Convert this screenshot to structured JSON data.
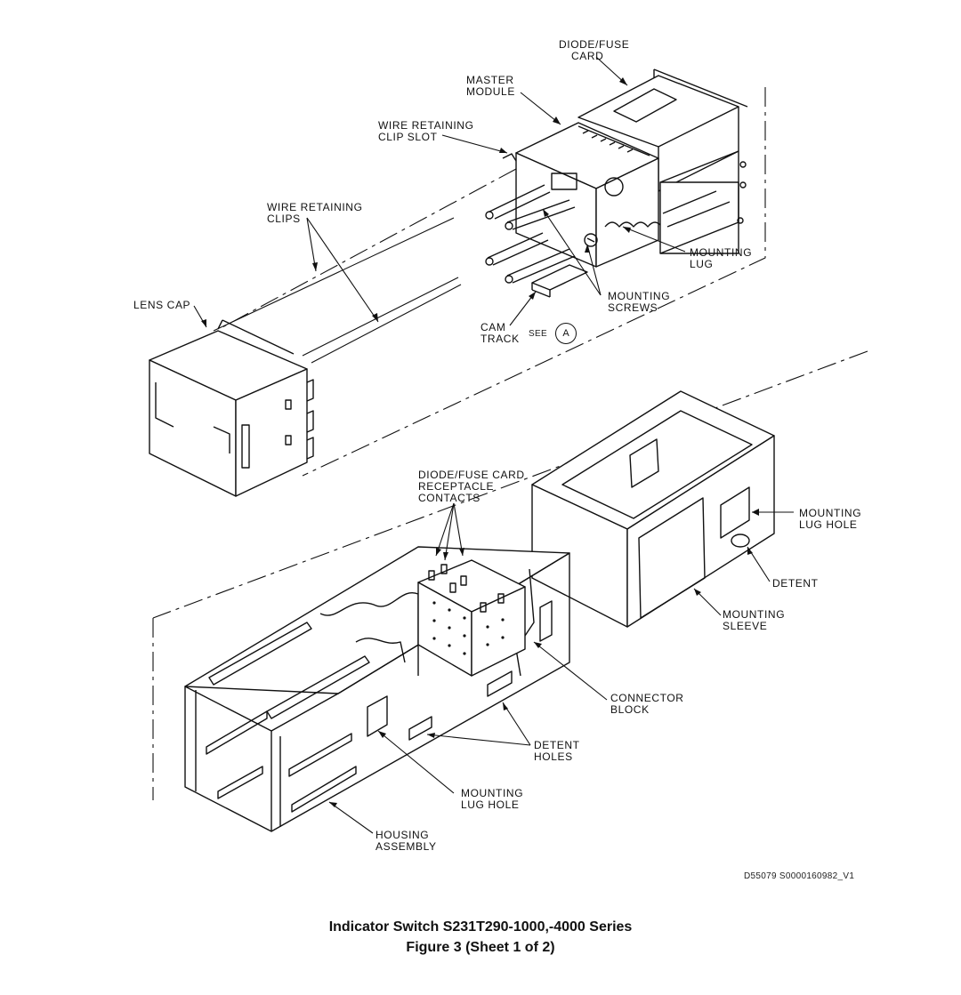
{
  "callouts": {
    "diode_fuse_card": [
      "DIODE/FUSE",
      "CARD"
    ],
    "master_module": [
      "MASTER",
      "MODULE"
    ],
    "wire_retaining_clip_slot": [
      "WIRE RETAINING",
      "CLIP SLOT"
    ],
    "wire_retaining_clips": [
      "WIRE RETAINING",
      "CLIPS"
    ],
    "lens_cap": [
      "LENS CAP"
    ],
    "mounting_lug": [
      "MOUNTING",
      "LUG"
    ],
    "mounting_screws": [
      "MOUNTING",
      "SCREWS"
    ],
    "cam_track": [
      "CAM",
      "TRACK"
    ],
    "see": "SEE",
    "detail_ref": "A",
    "receptacle_contacts": [
      "DIODE/FUSE CARD",
      "RECEPTACLE",
      "CONTACTS"
    ],
    "mounting_lug_hole_sleeve": [
      "MOUNTING",
      "LUG HOLE"
    ],
    "detent": [
      "DETENT"
    ],
    "mounting_sleeve": [
      "MOUNTING",
      "SLEEVE"
    ],
    "connector_block": [
      "CONNECTOR",
      "BLOCK"
    ],
    "detent_holes": [
      "DETENT",
      "HOLES"
    ],
    "mounting_lug_hole_housing": [
      "MOUNTING",
      "LUG HOLE"
    ],
    "housing_assembly": [
      "HOUSING",
      "ASSEMBLY"
    ]
  },
  "drawing_id": "D55079 S0000160982_V1",
  "caption": {
    "title": "Indicator Switch S231T290-1000,-4000 Series",
    "subtitle": "Figure 3  (Sheet 1 of 2)"
  }
}
